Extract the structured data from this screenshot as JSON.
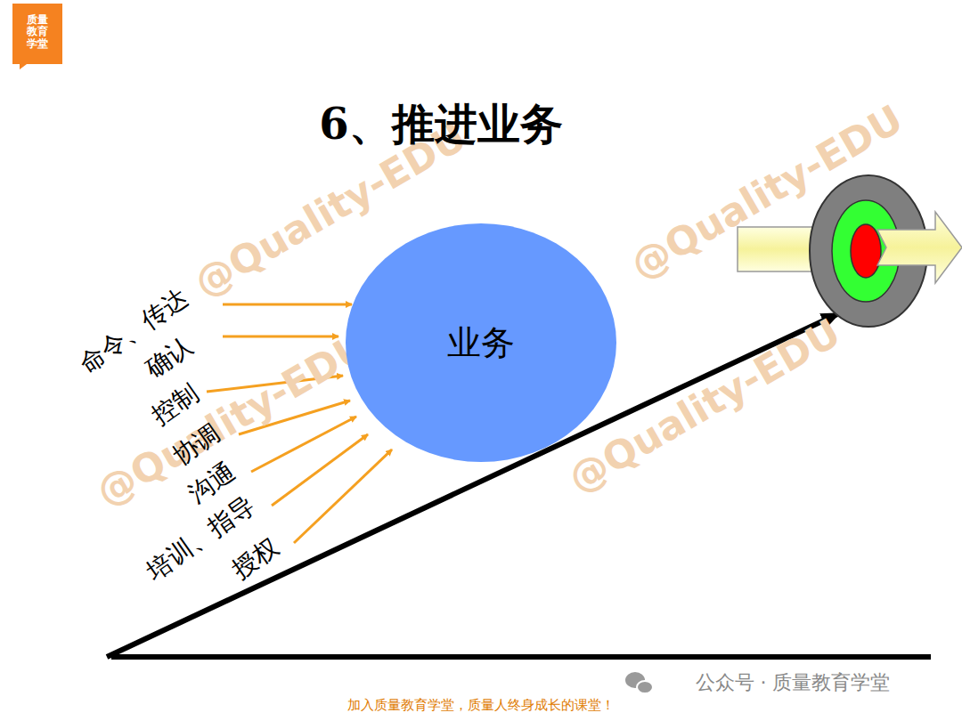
{
  "diagram": {
    "title": "6、推进业务",
    "nodes": [
      {
        "text": [
          "业务"
        ]
      }
    ],
    "labels": [
      "命令、传达",
      "确认",
      "控制",
      "协调",
      "沟通",
      "培训、指导",
      "授权",
      "质量教育学堂",
      "@Quality-EDU",
      "@Quality-EDU",
      "@Quality-EDU",
      "@Quality-EDU",
      "公众号 · 质量教育学堂",
      "加入质量教育学堂，质量人终身成长的课堂！"
    ]
  }
}
